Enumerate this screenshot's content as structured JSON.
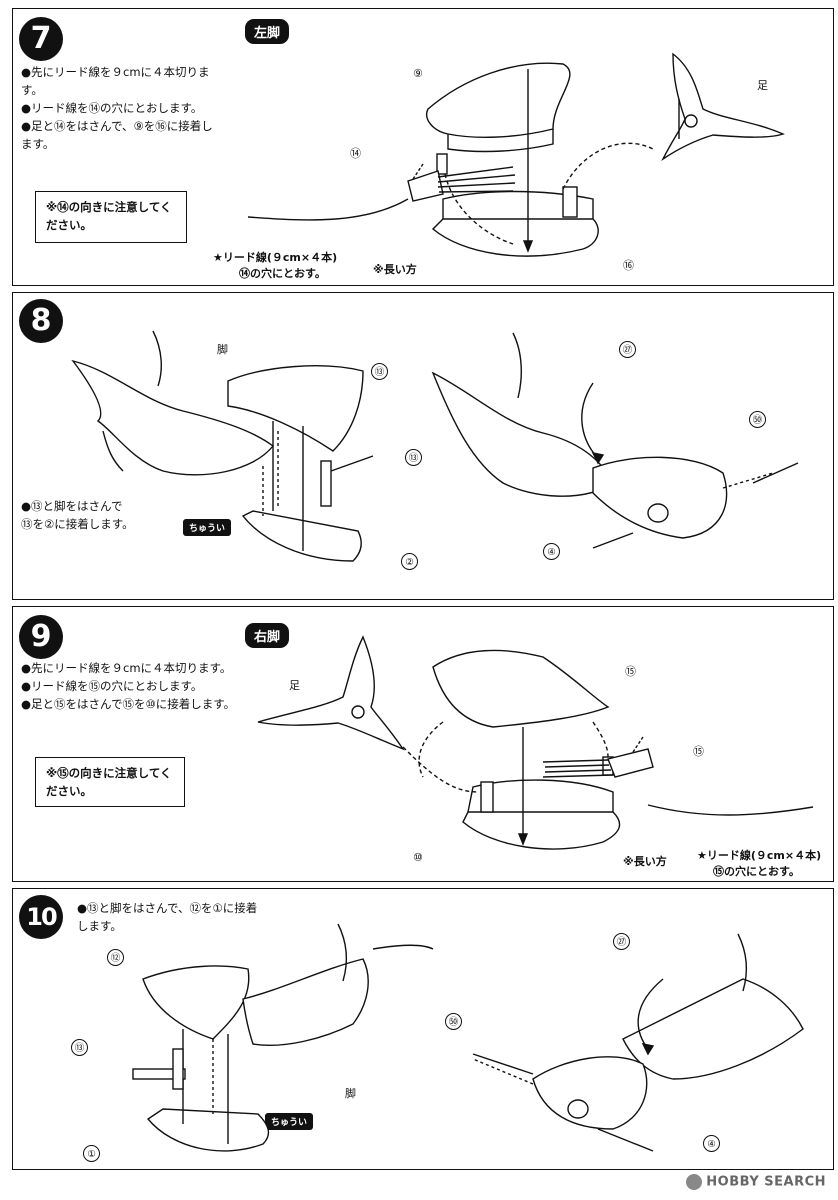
{
  "steps": [
    {
      "number": "7",
      "tag": "左脚",
      "instructions": [
        "●先にリード線を９cmに４本切ります。",
        "●リード線を⑭の穴にとおします。",
        "●足と⑭をはさんで、⑨を⑯に接着します。"
      ],
      "note": "※⑭の向きに注意してください。",
      "labels": {
        "p9": "⑨",
        "p74": "⑭",
        "p16": "⑯",
        "leg": "足",
        "wire": "★リード線(９cm×４本)",
        "wire2": "⑭の穴にとおす。",
        "long": "※長い方"
      }
    },
    {
      "number": "8",
      "instructions": [
        "●⑬と脚をはさんで",
        "⑬を②に接着します。"
      ],
      "labels": {
        "leg": "脚",
        "p13": "⑬",
        "p73": "⑬",
        "p2": "②",
        "caution": "ちゅうい",
        "p27": "㉗",
        "p60": "㊿",
        "p4": "④"
      }
    },
    {
      "number": "9",
      "tag": "右脚",
      "instructions": [
        "●先にリード線を９cmに４本切ります。",
        "●リード線を⑮の穴にとおします。",
        "●足と⑮をはさんで⑮を⑩に接着します。"
      ],
      "note": "※⑮の向きに注意してください。",
      "labels": {
        "leg": "足",
        "p15": "⑮",
        "p75": "⑮",
        "p10": "⑩",
        "long": "※長い方",
        "wire": "★リード線(９cm×４本)",
        "wire2": "⑮の穴にとおす。"
      }
    },
    {
      "number": "10",
      "instructions": [
        "●⑬と脚をはさんで、⑫を①に接着",
        "します。"
      ],
      "labels": {
        "p12": "⑫",
        "p73": "⑬",
        "p1": "①",
        "leg": "脚",
        "caution": "ちゅうい",
        "p27": "㉗",
        "p60": "㊿",
        "p4": "④"
      }
    }
  ],
  "watermark": "HOBBY SEARCH"
}
